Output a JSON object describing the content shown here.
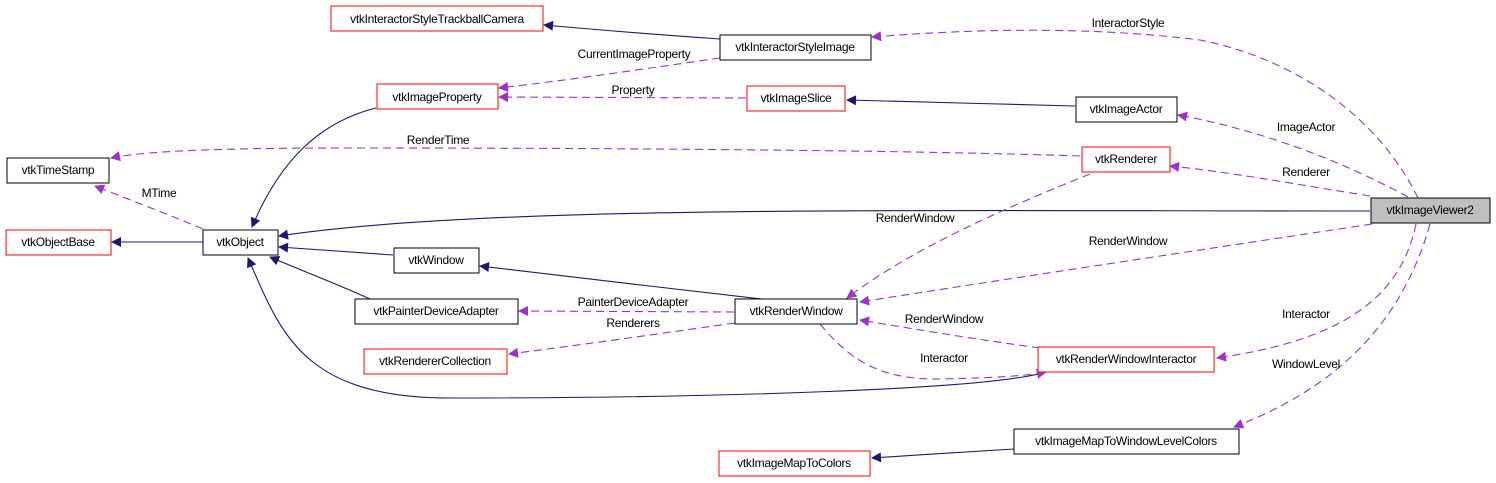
{
  "diagram": {
    "type": "collaboration-graph",
    "colors": {
      "inheritance_edge": "#191970",
      "usage_edge": "#9a32cd",
      "documented_border": "#000000",
      "undocumented_border": "#ff0000",
      "focus_fill": "#bfbfbf"
    },
    "nodes": {
      "trackball": {
        "label": "vtkInteractorStyleTrackballCamera",
        "style": "red"
      },
      "styleImage": {
        "label": "vtkInteractorStyleImage",
        "style": "black"
      },
      "imageProperty": {
        "label": "vtkImageProperty",
        "style": "red"
      },
      "imageSlice": {
        "label": "vtkImageSlice",
        "style": "red"
      },
      "imageActor": {
        "label": "vtkImageActor",
        "style": "black"
      },
      "timeStamp": {
        "label": "vtkTimeStamp",
        "style": "black"
      },
      "renderer": {
        "label": "vtkRenderer",
        "style": "red"
      },
      "viewer": {
        "label": "vtkImageViewer2",
        "style": "focus"
      },
      "objectBase": {
        "label": "vtkObjectBase",
        "style": "red"
      },
      "object": {
        "label": "vtkObject",
        "style": "black"
      },
      "window": {
        "label": "vtkWindow",
        "style": "black"
      },
      "painterAdapter": {
        "label": "vtkPainterDeviceAdapter",
        "style": "black"
      },
      "renderWindow": {
        "label": "vtkRenderWindow",
        "style": "black"
      },
      "rendererCollection": {
        "label": "vtkRendererCollection",
        "style": "red"
      },
      "rwInteractor": {
        "label": "vtkRenderWindowInteractor",
        "style": "red"
      },
      "mapToWL": {
        "label": "vtkImageMapToWindowLevelColors",
        "style": "black"
      },
      "mapToColors": {
        "label": "vtkImageMapToColors",
        "style": "red"
      }
    },
    "edges": [
      {
        "id": "e1",
        "from": "styleImage",
        "to": "trackball",
        "kind": "inherit",
        "label": ""
      },
      {
        "id": "e2",
        "from": "styleImage",
        "to": "imageProperty",
        "kind": "use",
        "label": "CurrentImageProperty"
      },
      {
        "id": "e3",
        "from": "imageSlice",
        "to": "imageProperty",
        "kind": "use",
        "label": "Property"
      },
      {
        "id": "e4",
        "from": "imageActor",
        "to": "imageSlice",
        "kind": "inherit",
        "label": ""
      },
      {
        "id": "e5",
        "from": "viewer",
        "to": "styleImage",
        "kind": "use",
        "label": "InteractorStyle"
      },
      {
        "id": "e6",
        "from": "viewer",
        "to": "imageActor",
        "kind": "use",
        "label": "ImageActor"
      },
      {
        "id": "e7",
        "from": "viewer",
        "to": "renderer",
        "kind": "use",
        "label": "Renderer"
      },
      {
        "id": "e8",
        "from": "renderer",
        "to": "timeStamp",
        "kind": "use",
        "label": "RenderTime"
      },
      {
        "id": "e9",
        "from": "object",
        "to": "timeStamp",
        "kind": "use",
        "label": "MTime"
      },
      {
        "id": "e10",
        "from": "object",
        "to": "objectBase",
        "kind": "inherit",
        "label": ""
      },
      {
        "id": "e11",
        "from": "imageProperty",
        "to": "object",
        "kind": "inherit",
        "label": ""
      },
      {
        "id": "e12",
        "from": "viewer",
        "to": "object",
        "kind": "inherit",
        "label": ""
      },
      {
        "id": "e13",
        "from": "window",
        "to": "object",
        "kind": "inherit",
        "label": ""
      },
      {
        "id": "e14",
        "from": "painterAdapter",
        "to": "object",
        "kind": "inherit",
        "label": ""
      },
      {
        "id": "e15",
        "from": "rwInteractor",
        "to": "object",
        "kind": "inherit",
        "label": ""
      },
      {
        "id": "e16",
        "from": "renderWindow",
        "to": "window",
        "kind": "inherit",
        "label": ""
      },
      {
        "id": "e17",
        "from": "renderer",
        "to": "renderWindow",
        "kind": "use",
        "label": "RenderWindow"
      },
      {
        "id": "e18",
        "from": "viewer",
        "to": "renderWindow",
        "kind": "use",
        "label": "RenderWindow"
      },
      {
        "id": "e19",
        "from": "renderWindow",
        "to": "painterAdapter",
        "kind": "use",
        "label": "PainterDeviceAdapter"
      },
      {
        "id": "e20",
        "from": "renderWindow",
        "to": "rendererCollection",
        "kind": "use",
        "label": "Renderers"
      },
      {
        "id": "e21",
        "from": "rwInteractor",
        "to": "renderWindow",
        "kind": "use",
        "label": "RenderWindow"
      },
      {
        "id": "e22",
        "from": "renderWindow",
        "to": "rwInteractor",
        "kind": "use",
        "label": "Interactor"
      },
      {
        "id": "e23",
        "from": "viewer",
        "to": "rwInteractor",
        "kind": "use",
        "label": "Interactor"
      },
      {
        "id": "e24",
        "from": "viewer",
        "to": "mapToWL",
        "kind": "use",
        "label": "WindowLevel"
      },
      {
        "id": "e25",
        "from": "mapToWL",
        "to": "mapToColors",
        "kind": "inherit",
        "label": ""
      }
    ]
  }
}
